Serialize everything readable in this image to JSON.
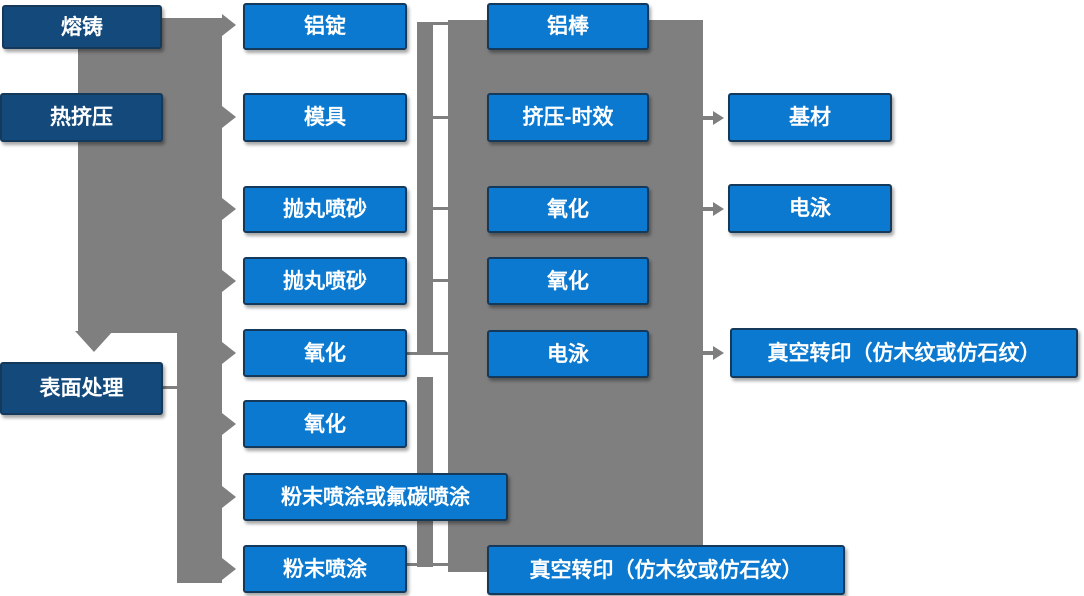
{
  "diagram": {
    "type": "flowchart",
    "description": "Aluminum profile production process flow",
    "colors": {
      "stage_box_fill": "#134a7b",
      "process_box_fill": "#0b79d0",
      "box_border": "#15395a",
      "connector_gray": "#7f7f7f",
      "text": "#ffffff",
      "background": "#ffffff"
    },
    "stage1": {
      "melting_casting": "熔铸",
      "hot_extrusion": "热挤压",
      "surface_treatment": "表面处理"
    },
    "stage2": {
      "aluminum_ingot": "铝锭",
      "mold": "模具",
      "shot_blasting_1": "抛丸喷砂",
      "shot_blasting_2": "抛丸喷砂",
      "oxidation_1": "氧化",
      "oxidation_2": "氧化",
      "powder_or_fluorocarbon_coating": "粉末喷涂或氟碳喷涂",
      "powder_coating": "粉末喷涂"
    },
    "stage3": {
      "aluminum_rod": "铝棒",
      "extrusion_aging": "挤压-时效",
      "oxidation_1": "氧化",
      "oxidation_2": "氧化",
      "electrophoresis": "电泳",
      "vacuum_transfer": "真空转印（仿木纹或仿石纹）"
    },
    "stage4": {
      "base_material": "基材",
      "electrophoresis": "电泳",
      "vacuum_transfer": "真空转印（仿木纹或仿石纹）"
    }
  }
}
